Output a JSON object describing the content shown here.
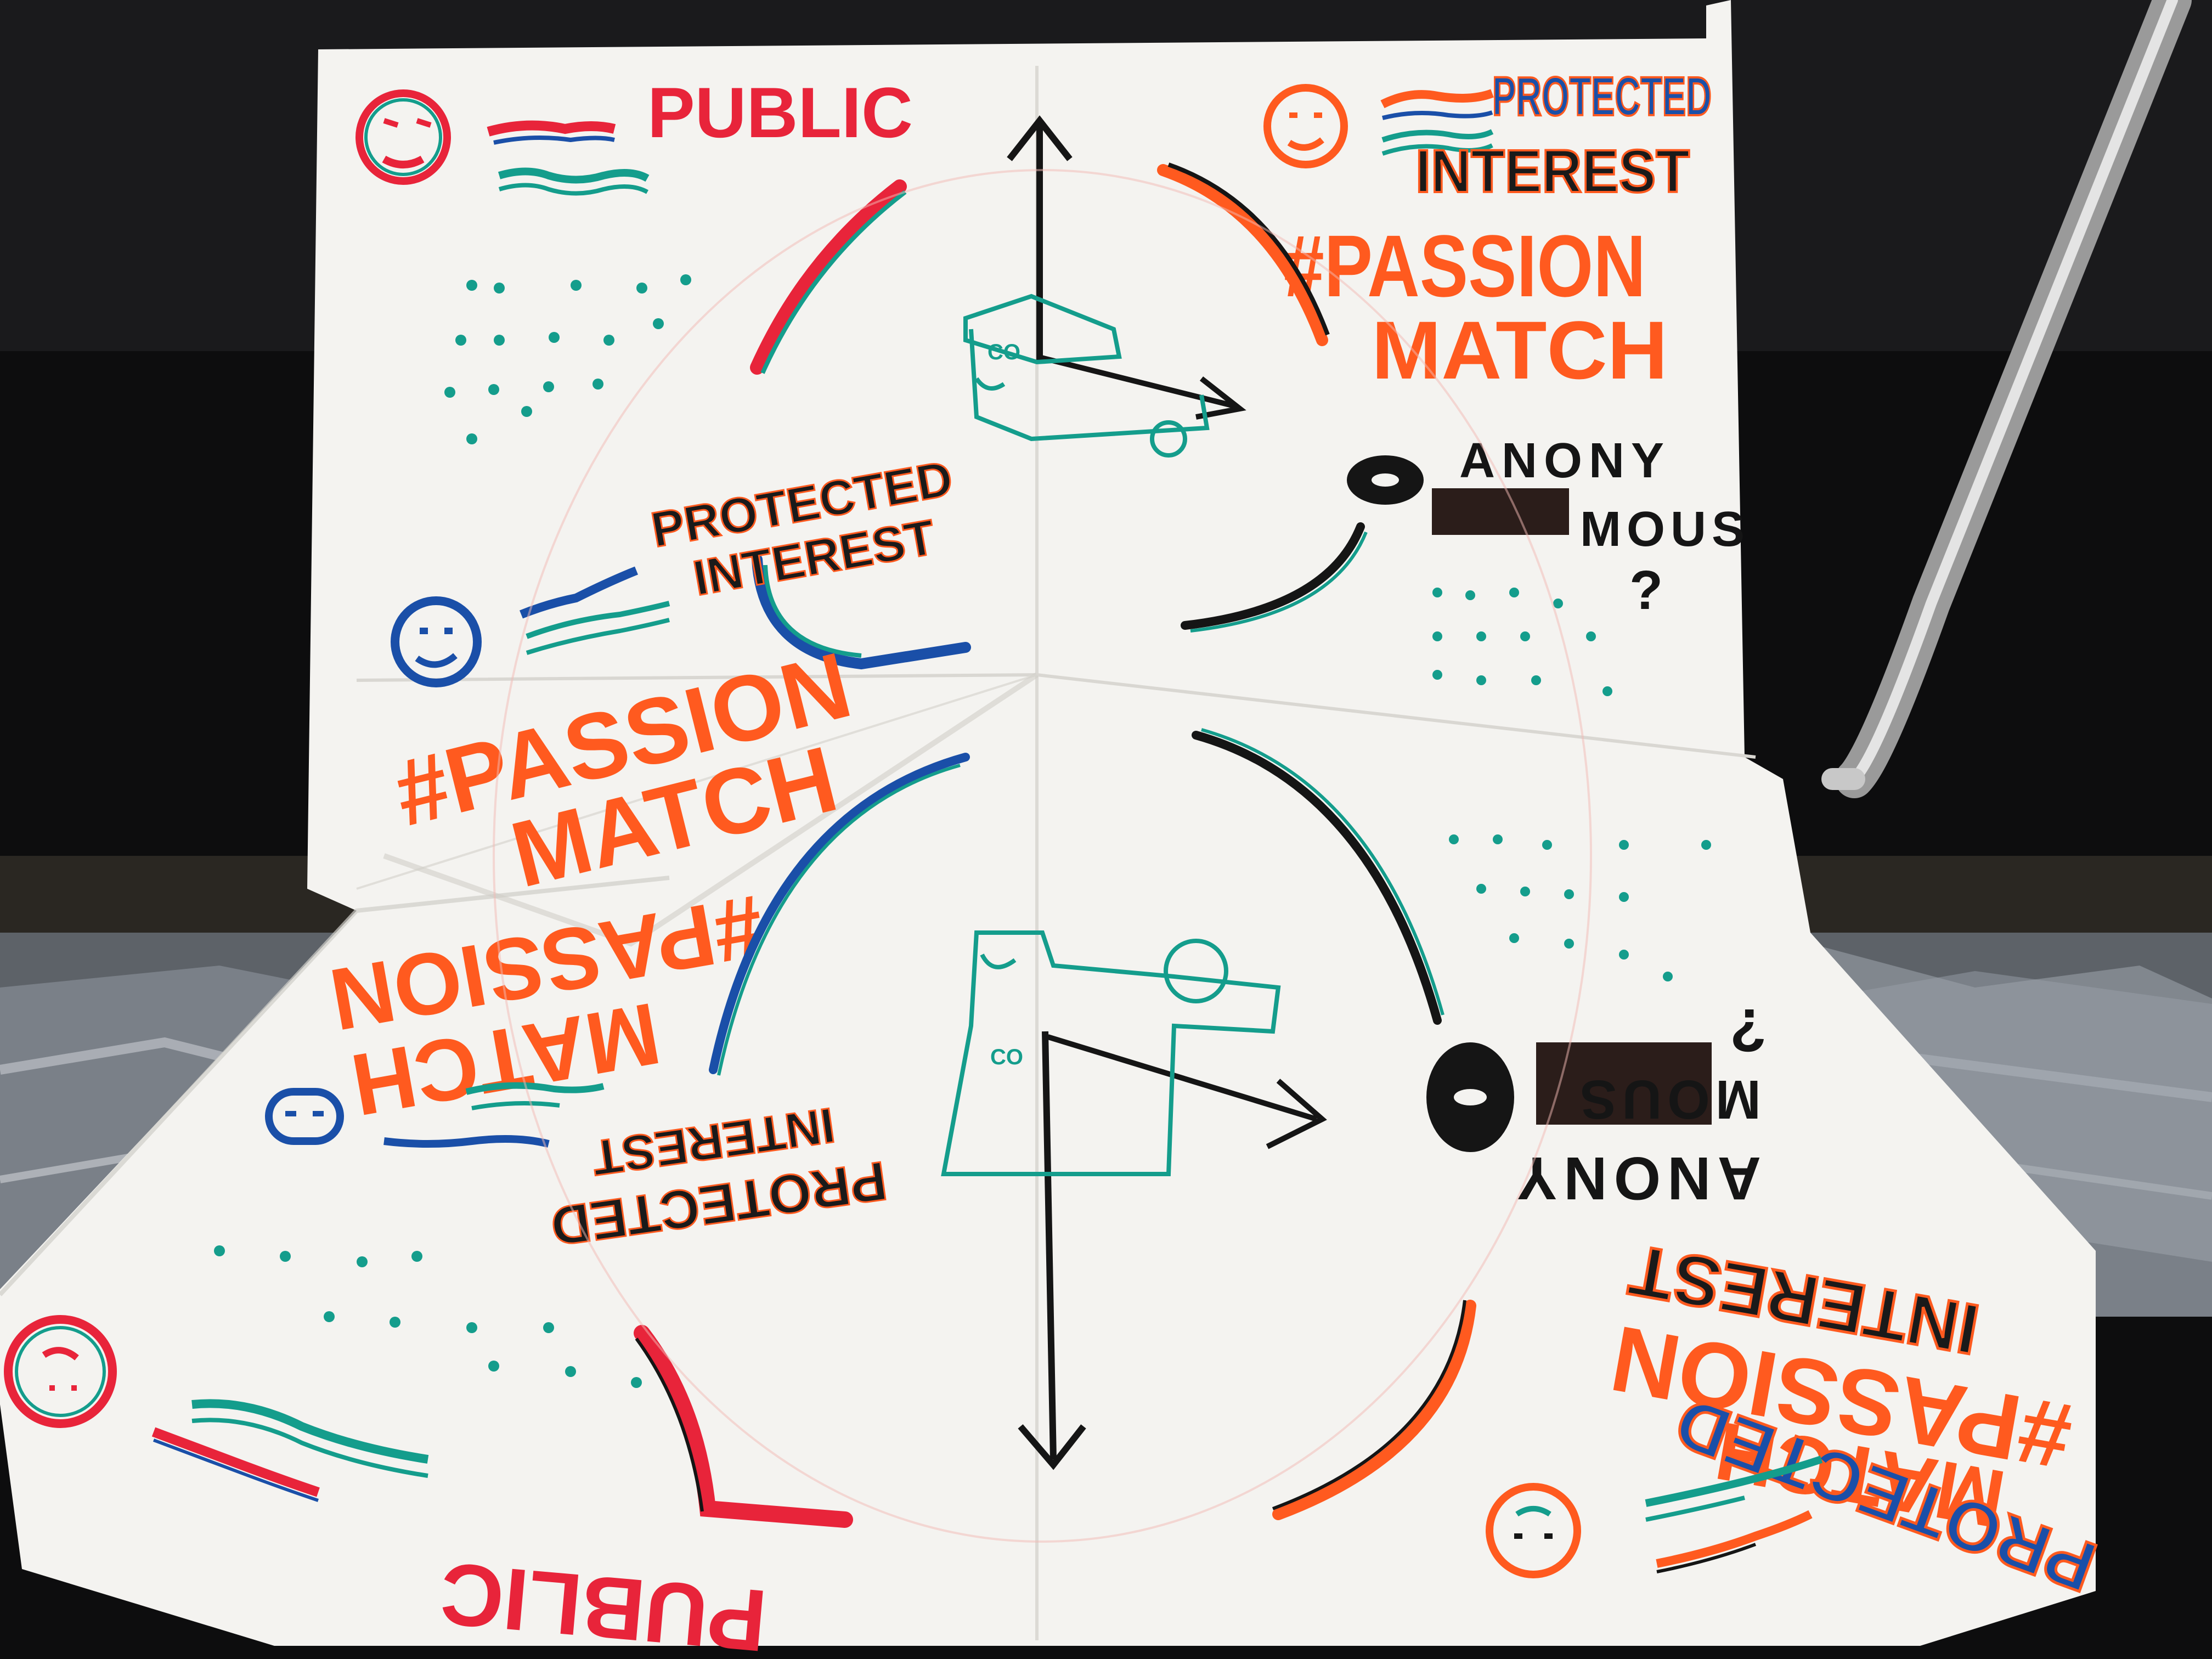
{
  "photo": {
    "subject": "hand-drawn quadrant diagram on folded paper",
    "colors": {
      "background": "#0d0d0e",
      "paper": "#f4f3f0",
      "orange": "#ff5a1f",
      "red": "#e8243a",
      "teal": "#149d8c",
      "blue": "#1a4fa8",
      "black": "#151515",
      "chair_metal": "#b9b9b9",
      "foil": "#8a8f96"
    }
  },
  "labels": {
    "public_top": "PUBLIC",
    "protected_top_right": "PROTECTED",
    "interest_top_right": "INTEREST",
    "passion_top_right": "#PASSION",
    "match_top_right": "MATCH",
    "anony_top": "ANONY",
    "mous_top": "MOUS",
    "question_top": "?",
    "protected_left": "PROTECTED",
    "interest_left": "INTEREST",
    "passion_left": "#PASSION",
    "match_left": "MATCH",
    "co_top": "CO",
    "co_bottom": "CO",
    "passion_bottom_left": "#PASSION",
    "match_bottom_left": "MATCH",
    "interest_bottom_left": "INTEREST",
    "protected_bottom_left": "PROTECTED",
    "anony_bottom": "ANONY",
    "mous_bottom": "MOUS",
    "question_bottom": "?",
    "passion_bottom_right": "#PASSION",
    "match_bottom_right": "MATCH",
    "interest_bottom_right": "INTEREST",
    "protected_bottom_right": "PROTECTED",
    "public_bottom": "PUBLIC"
  }
}
